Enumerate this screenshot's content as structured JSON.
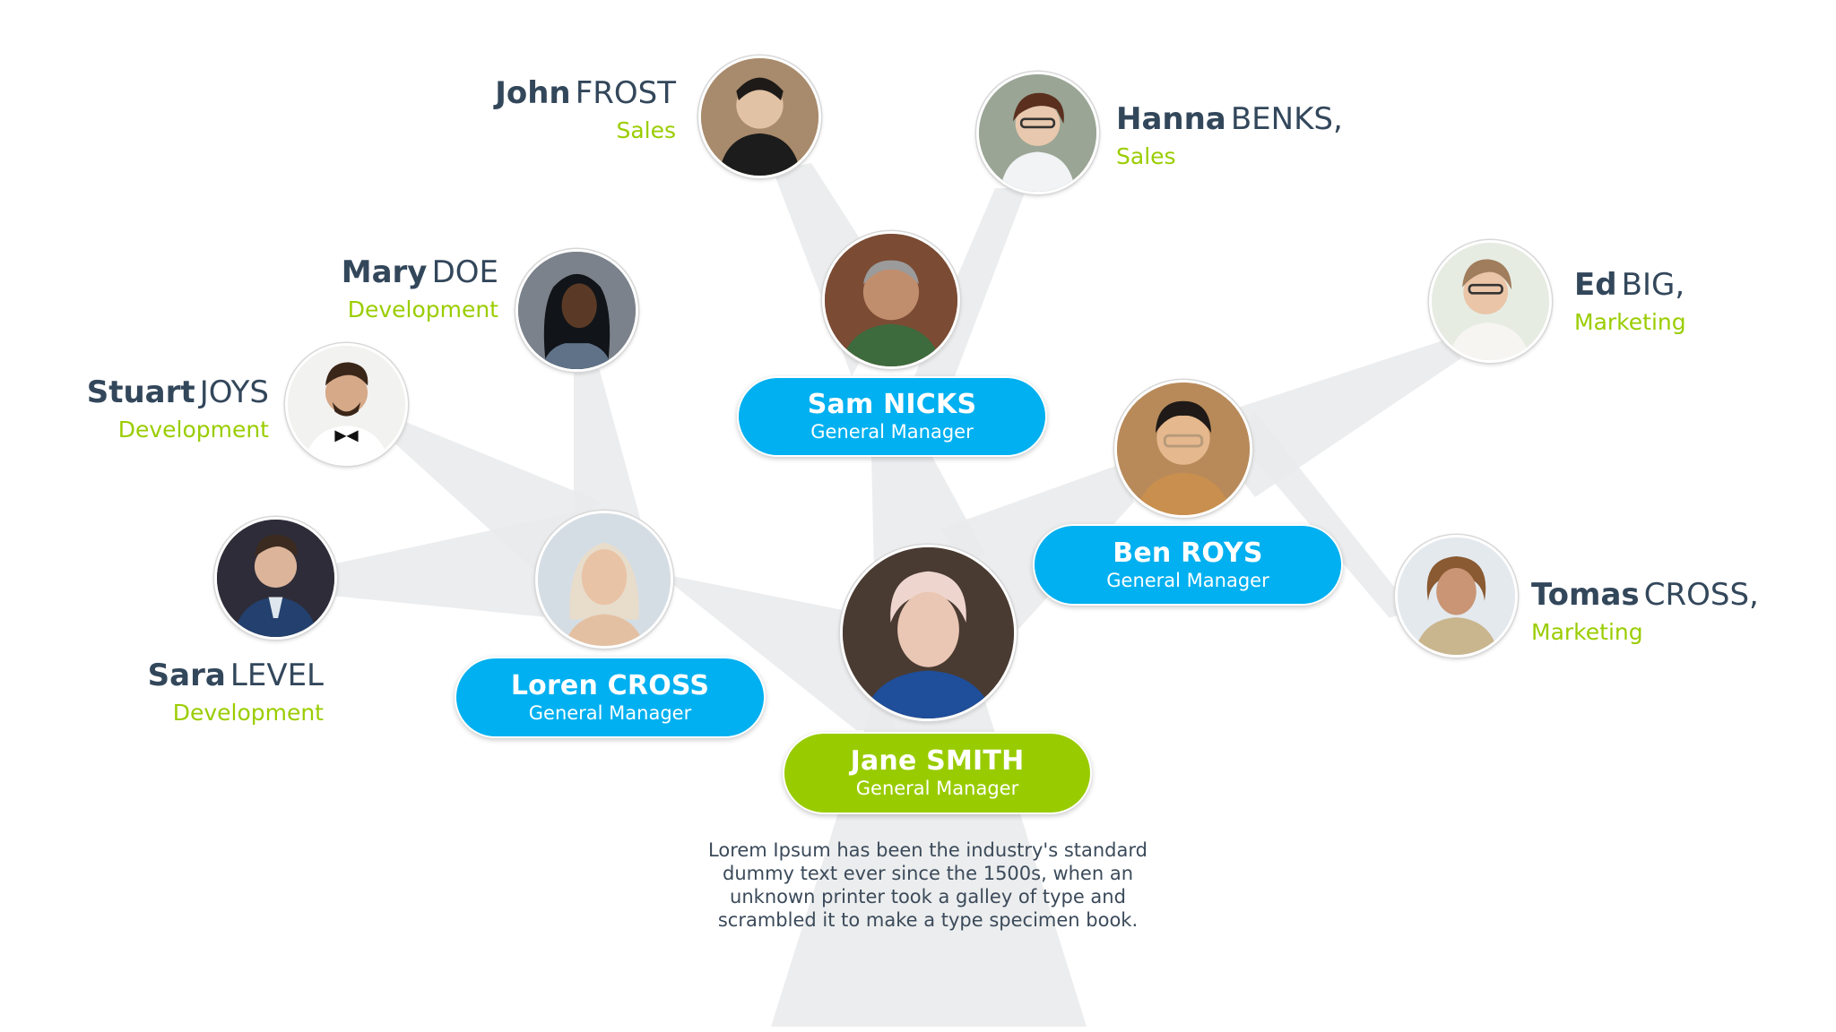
{
  "colors": {
    "manager_pill": "#00b0f0",
    "root_pill": "#99cc00",
    "department": "#9acd00",
    "name_text": "#33475b",
    "beam": "#e9eaec"
  },
  "root": {
    "first": "Jane",
    "last": "SMITH",
    "name": "Jane SMITH",
    "role": "General Manager",
    "description": "Lorem Ipsum has been the industry's standard dummy text ever since the 1500s, when an unknown printer took a galley of type and scrambled it to make a type specimen book."
  },
  "managers": [
    {
      "id": "sam",
      "name": "Sam NICKS",
      "role": "General Manager"
    },
    {
      "id": "loren",
      "name": "Loren CROSS",
      "role": "General Manager"
    },
    {
      "id": "ben",
      "name": "Ben ROYS",
      "role": "General Manager"
    }
  ],
  "members": [
    {
      "id": "john",
      "first": "John",
      "last": "FROST",
      "dept": "Sales",
      "reports_to": "Sam NICKS"
    },
    {
      "id": "hanna",
      "first": "Hanna",
      "last": "BENKS,",
      "dept": "Sales",
      "reports_to": "Sam NICKS"
    },
    {
      "id": "mary",
      "first": "Mary",
      "last": "DOE",
      "dept": "Development",
      "reports_to": "Loren CROSS"
    },
    {
      "id": "stuart",
      "first": "Stuart",
      "last": "JOYS",
      "dept": "Development",
      "reports_to": "Loren CROSS"
    },
    {
      "id": "sara",
      "first": "Sara",
      "last": "LEVEL",
      "dept": "Development",
      "reports_to": "Loren CROSS"
    },
    {
      "id": "ed",
      "first": "Ed",
      "last": "BIG,",
      "dept": "Marketing",
      "reports_to": "Ben ROYS"
    },
    {
      "id": "tomas",
      "first": "Tomas",
      "last": "CROSS,",
      "dept": "Marketing",
      "reports_to": "Ben ROYS"
    }
  ]
}
